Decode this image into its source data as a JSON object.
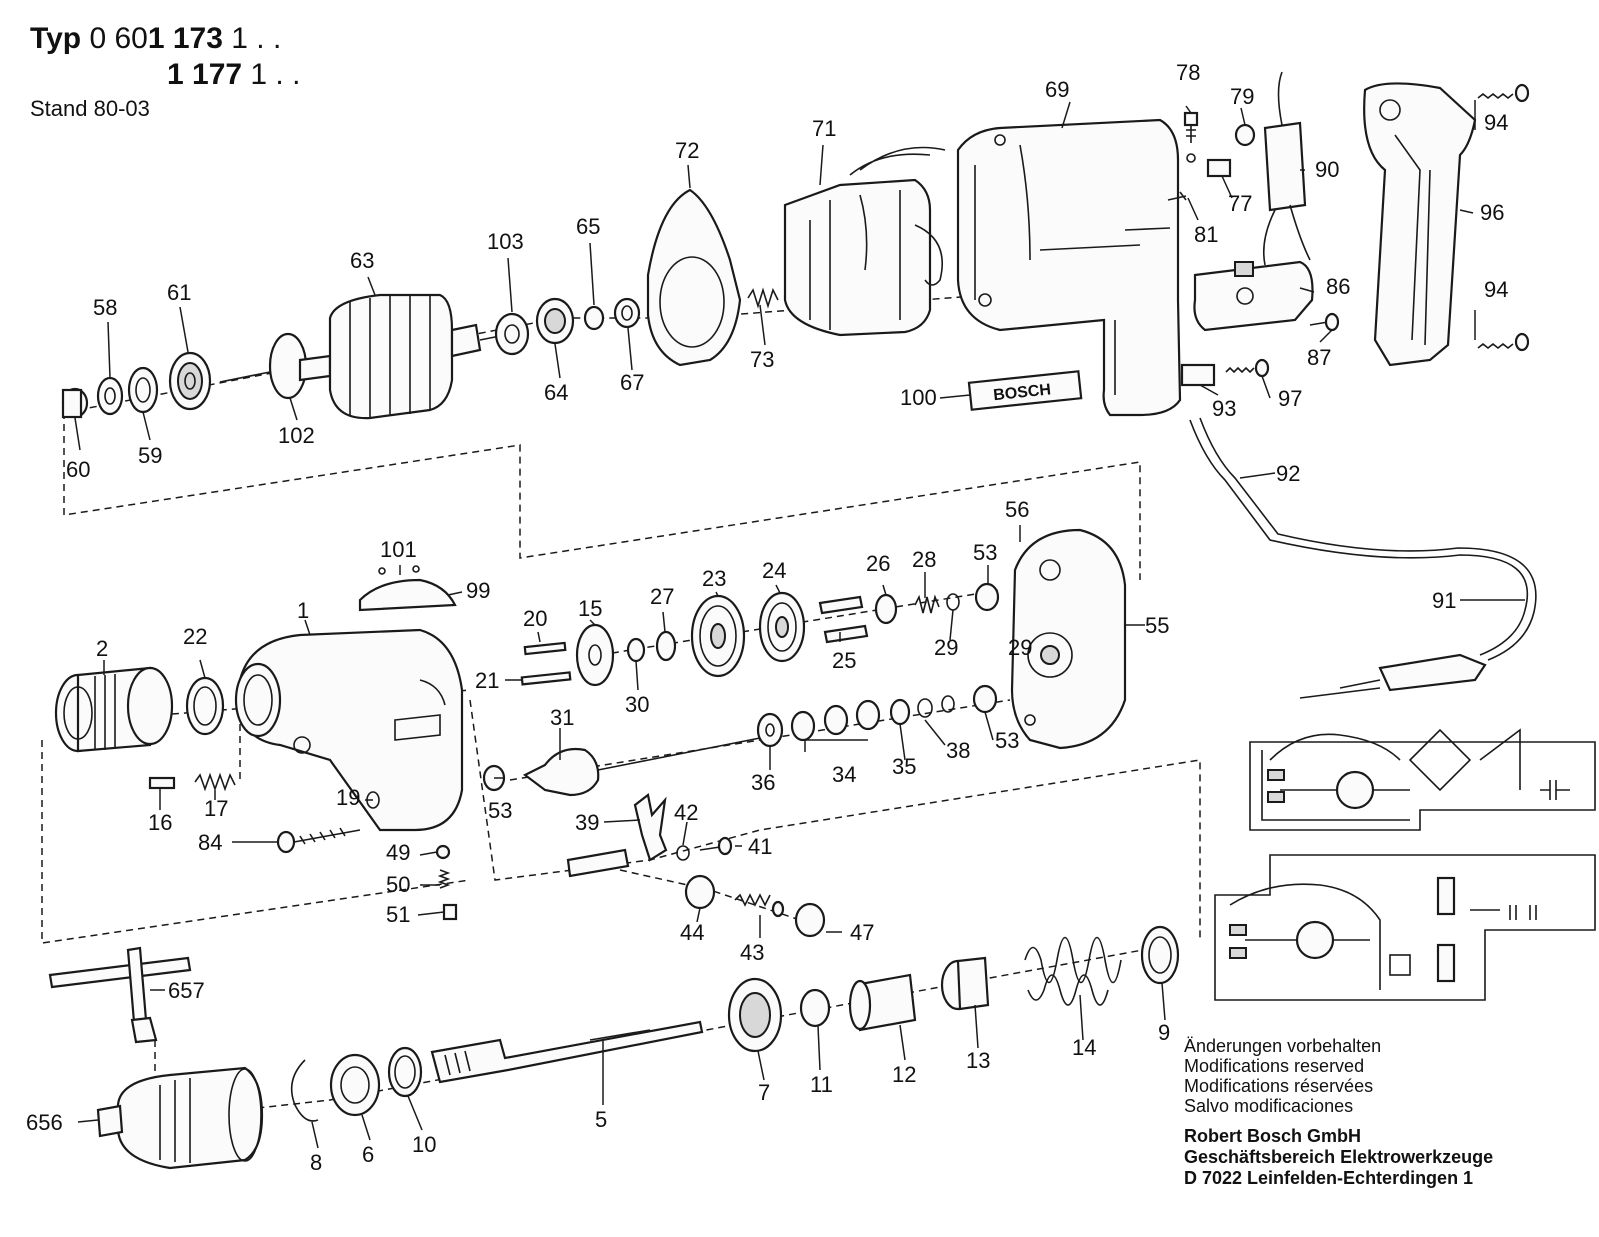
{
  "header": {
    "typ_label": "Typ",
    "typ_prefix": "0 60",
    "typ_bold1": "1 173",
    "typ_suffix1": " 1 . .",
    "typ_bold2": "1 177",
    "typ_suffix2": " 1 . .",
    "stand": "Stand 80-03"
  },
  "nameplate": "BOSCH",
  "notes": [
    "Änderungen vorbehalten",
    "Modifications reserved",
    "Modifications réservées",
    "Salvo modificaciones"
  ],
  "company": [
    "Robert Bosch GmbH",
    "Geschäftsbereich Elektrowerkzeuge",
    "D 7022 Leinfelden-Echterdingen 1"
  ],
  "part_numbers": {
    "p1": "1",
    "p2": "2",
    "p5": "5",
    "p6": "6",
    "p7": "7",
    "p8": "8",
    "p9": "9",
    "p10": "10",
    "p11": "11",
    "p12": "12",
    "p13": "13",
    "p14": "14",
    "p15": "15",
    "p16": "16",
    "p17": "17",
    "p19": "19",
    "p20": "20",
    "p21": "21",
    "p22": "22",
    "p23": "23",
    "p24": "24",
    "p25": "25",
    "p26": "26",
    "p27": "27",
    "p28": "28",
    "p29a": "29",
    "p29b": "29",
    "p30": "30",
    "p31": "31",
    "p34": "34",
    "p35": "35",
    "p36": "36",
    "p38": "38",
    "p39": "39",
    "p41": "41",
    "p42": "42",
    "p43": "43",
    "p44": "44",
    "p47": "47",
    "p49": "49",
    "p50": "50",
    "p51": "51",
    "p53a": "53",
    "p53b": "53",
    "p53c": "53",
    "p55": "55",
    "p56": "56",
    "p58": "58",
    "p59": "59",
    "p60": "60",
    "p61": "61",
    "p63": "63",
    "p64": "64",
    "p65": "65",
    "p67": "67",
    "p69": "69",
    "p71": "71",
    "p72": "72",
    "p73": "73",
    "p77": "77",
    "p78": "78",
    "p79": "79",
    "p81": "81",
    "p84": "84",
    "p86": "86",
    "p87": "87",
    "p90": "90",
    "p91": "91",
    "p92": "92",
    "p93": "93",
    "p94a": "94",
    "p94b": "94",
    "p96": "96",
    "p97": "97",
    "p99": "99",
    "p100": "100",
    "p101": "101",
    "p102": "102",
    "p103": "103",
    "p656": "656",
    "p657": "657"
  }
}
